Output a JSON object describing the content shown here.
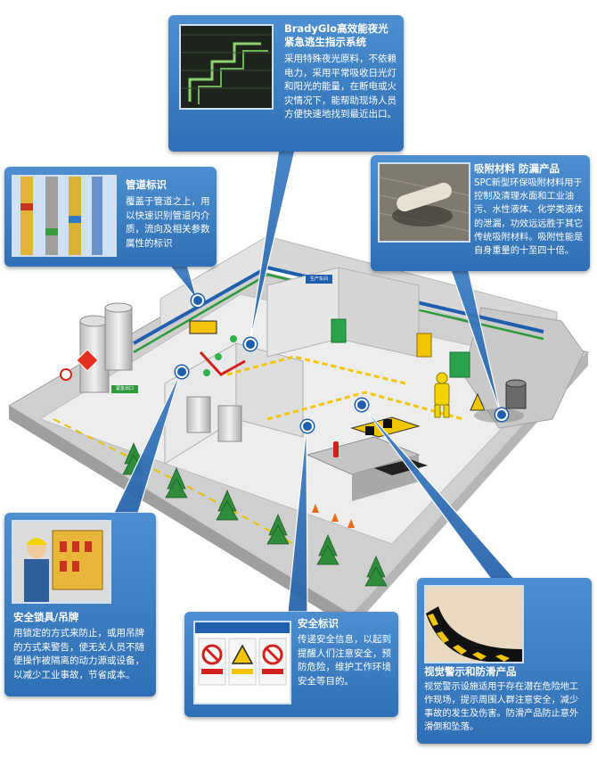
{
  "callouts": {
    "glow": {
      "title": "BradyGlo高效能夜光紧急逃生指示系统",
      "body": "采用特殊夜光原料，不依赖电力，采用平常吸收日光灯和阳光的能量，在断电或火灾情况下，能帮助现场人员方便快速地找到最近出口。"
    },
    "pipe": {
      "title": "管道标识",
      "body": "覆盖于管道之上，用以快速识别管道内介质，流向及相关参数属性的标识"
    },
    "absorb": {
      "title": "吸附材料 防漏产品",
      "body": "SPC新型环保吸附材料用于控制及清理水面和工业油污、水性液体、化学类液体的泄漏，功效远远胜于其它传统吸附材料。吸附性能是自身重量的十至四十倍。"
    },
    "lockout": {
      "title": "安全锁具/吊牌",
      "body": "用锁定的方式来防止，或用吊牌的方式来警告，使无关人员不随便操作被隔离的动力源或设备，以减少工业事故，节省成本。"
    },
    "signs": {
      "title": "安全标识",
      "body": "传递安全信息，以起到提醒人们注意安全，预防危险，维护工作环境安全等目的。"
    },
    "floor": {
      "title": "视觉警示和防滑产品",
      "body": "视觉警示设施适用于存在潜在危险地工作现场，提示周围人群注意安全，减少事故的发生及伤害。防滑产品防止意外滑倒和坠落。"
    }
  },
  "factory_labels": {
    "zone_sign": "生产车间",
    "exit_sign": "紧急出口"
  },
  "colors": {
    "card_top": "#4d8fd0",
    "card_bottom": "#2f6fb5",
    "pointer": "#2f6fb5",
    "floor": "#f0f0f0",
    "wall": "#d9d9d9",
    "pipe_blue": "#1f5fae",
    "pipe_green": "#2e9b3a",
    "hazard_yellow": "#f2c500"
  }
}
